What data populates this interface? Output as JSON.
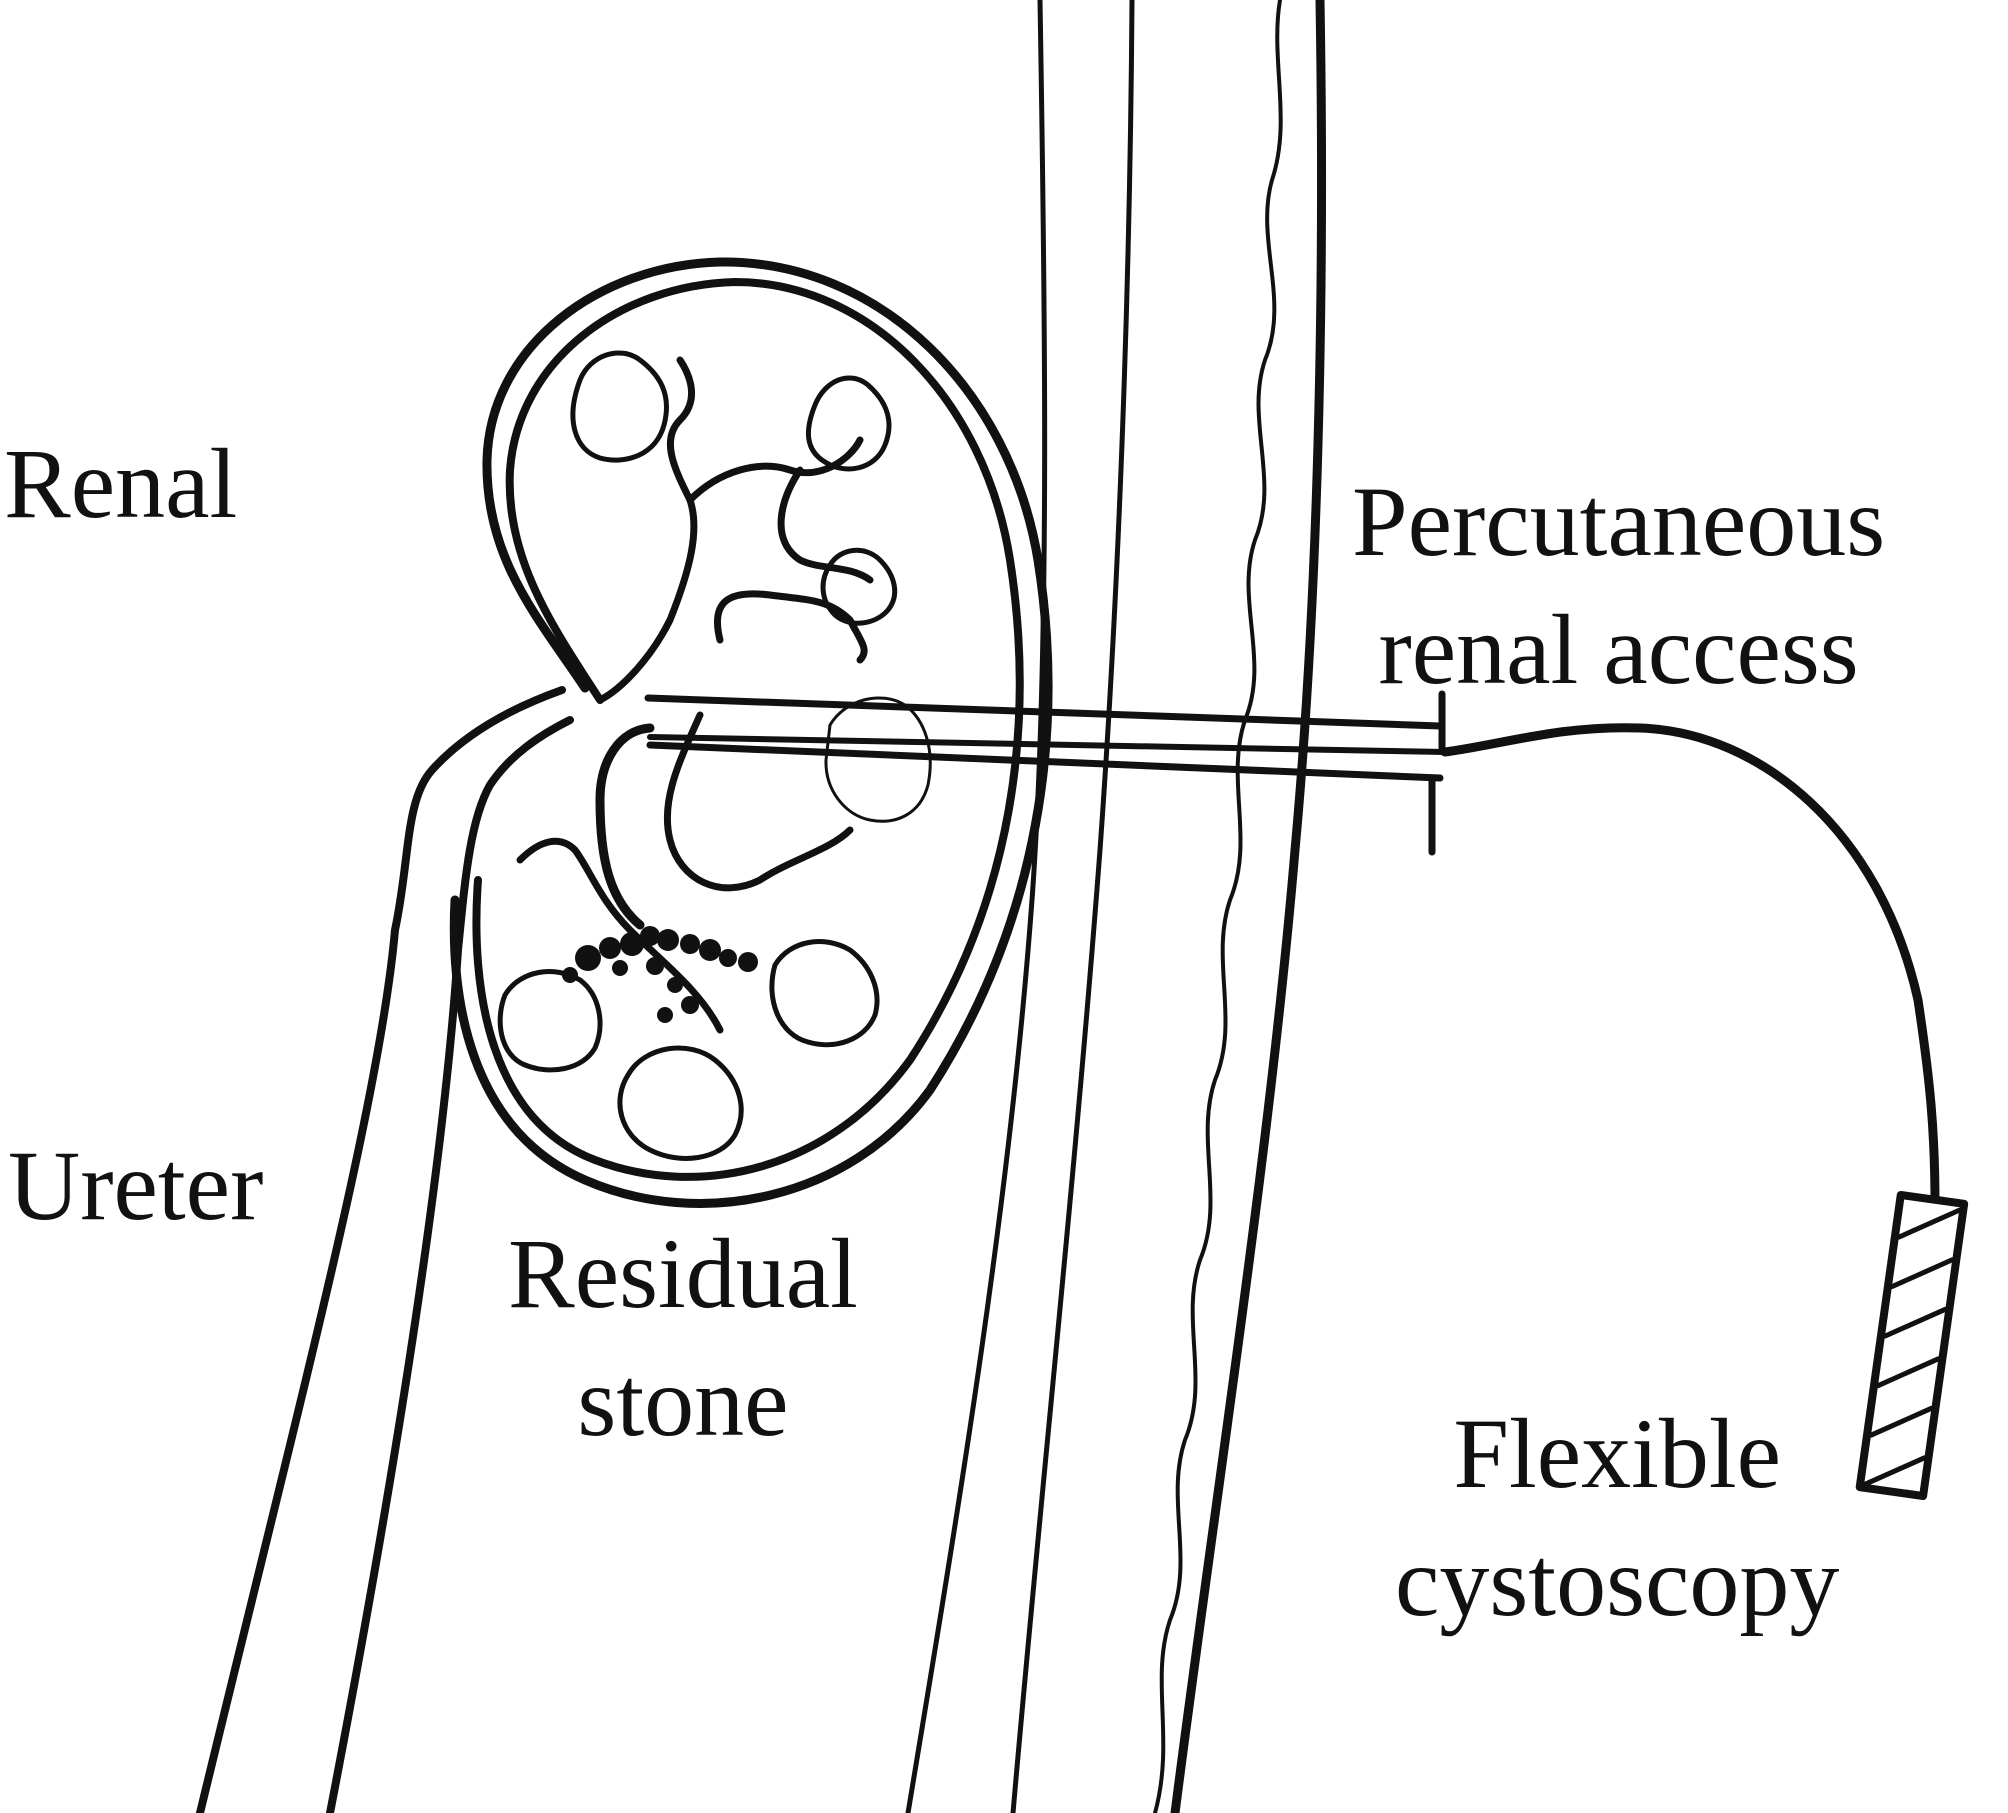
{
  "labels": {
    "renal": "Renal",
    "ureter": "Ureter",
    "percutaneous_line1": "Percutaneous",
    "percutaneous_line2": "renal access",
    "residual_line1": "Residual",
    "residual_line2": "stone",
    "flexible_line1": "Flexible",
    "flexible_line2": "cystoscopy"
  },
  "colors": {
    "ink": "#111111",
    "background": "#ffffff"
  }
}
